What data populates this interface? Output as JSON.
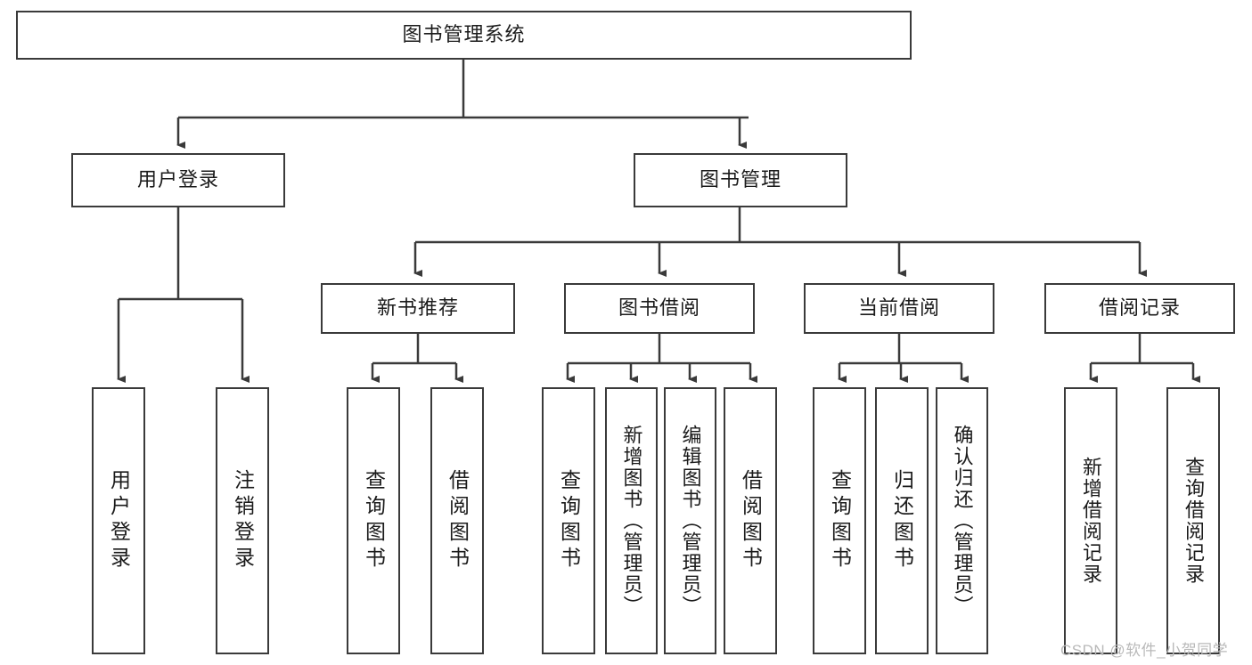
{
  "diagram": {
    "title": "图书管理系统",
    "type": "tree-hierarchy-functional-decomposition",
    "root": {
      "id": "root",
      "label": "图书管理系统"
    },
    "level2": [
      {
        "id": "user-login",
        "label": "用户登录"
      },
      {
        "id": "book-management",
        "label": "图书管理"
      }
    ],
    "level3": [
      {
        "id": "new-book-recommend",
        "label": "新书推荐"
      },
      {
        "id": "book-borrow",
        "label": "图书借阅"
      },
      {
        "id": "current-borrow",
        "label": "当前借阅"
      },
      {
        "id": "borrow-record",
        "label": "借阅记录"
      }
    ],
    "leaves": {
      "user_login": [
        {
          "id": "leaf-user-login",
          "label": "用户登录"
        },
        {
          "id": "leaf-logout-login",
          "label": "注销登录"
        }
      ],
      "new_book_recommend": [
        {
          "id": "leaf-query-book-1",
          "label": "查询图书"
        },
        {
          "id": "leaf-borrow-book-1",
          "label": "借阅图书"
        }
      ],
      "book_borrow": [
        {
          "id": "leaf-query-book-2",
          "label": "查询图书"
        },
        {
          "id": "leaf-add-book",
          "label": "新增图书（管理员）"
        },
        {
          "id": "leaf-edit-book",
          "label": "编辑图书（管理员）"
        },
        {
          "id": "leaf-borrow-book-2",
          "label": "借阅图书"
        }
      ],
      "current_borrow": [
        {
          "id": "leaf-query-book-3",
          "label": "查询图书"
        },
        {
          "id": "leaf-return-book",
          "label": "归还图书"
        },
        {
          "id": "leaf-confirm-return",
          "label": "确认归还（管理员）"
        }
      ],
      "borrow_record": [
        {
          "id": "leaf-add-borrow-record",
          "label": "新增借阅记录"
        },
        {
          "id": "leaf-query-borrow-record",
          "label": "查询借阅记录"
        }
      ]
    }
  },
  "watermark": {
    "text": "CSDN @软件_小贺同学"
  },
  "colors": {
    "stroke": "#3a3a3a",
    "text": "#1b1b1b",
    "background": "#ffffff",
    "watermark": "#b9b9b9"
  }
}
